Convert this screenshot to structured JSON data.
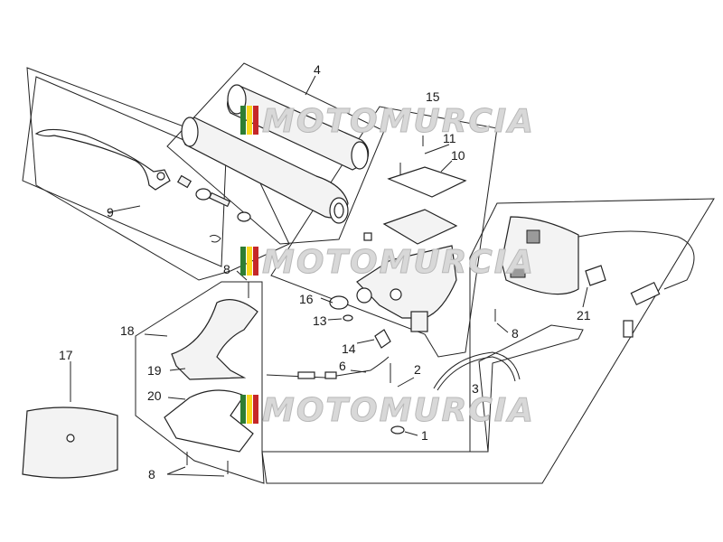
{
  "watermark": {
    "text": "MOTOMURCIA",
    "stripe_colors": [
      "#2e7d32",
      "#f9d71c",
      "#c62828"
    ]
  },
  "callouts": {
    "c1": "1",
    "c2": "2",
    "c3": "3",
    "c4": "4",
    "c6": "6",
    "c8a": "8",
    "c8b": "8",
    "c8c": "8",
    "c9": "9",
    "c10": "10",
    "c11": "11",
    "c13": "13",
    "c14": "14",
    "c15": "15",
    "c16": "16",
    "c17": "17",
    "c18": "18",
    "c19": "19",
    "c20": "20",
    "c21": "21"
  }
}
